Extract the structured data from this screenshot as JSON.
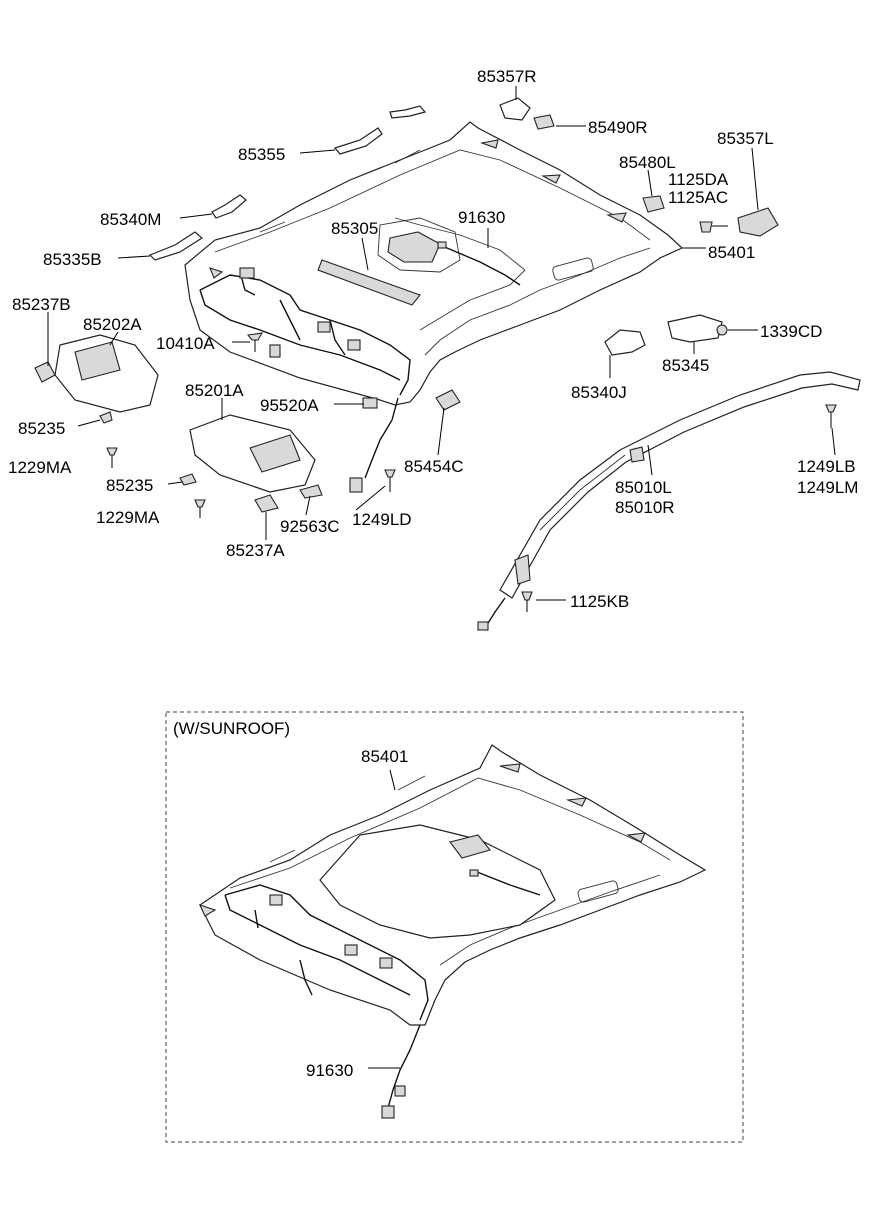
{
  "diagram": {
    "part_numbers": {
      "p85357R": "85357R",
      "p85490R": "85490R",
      "p85357L": "85357L",
      "p85355": "85355",
      "p85480L": "85480L",
      "p1125DA": "1125DA",
      "p1125AC": "1125AC",
      "p85340M": "85340M",
      "p85305": "85305",
      "p91630": "91630",
      "p85401": "85401",
      "p85335B": "85335B",
      "p85237B": "85237B",
      "p85202A": "85202A",
      "p10410A": "10410A",
      "p1339CD": "1339CD",
      "p85345": "85345",
      "p85340J": "85340J",
      "p85201A": "85201A",
      "p95520A": "95520A",
      "p85235a": "85235",
      "p1229MAa": "1229MA",
      "p85454C": "85454C",
      "p1249LB": "1249LB",
      "p1249LM": "1249LM",
      "p85235b": "85235",
      "p85010L": "85010L",
      "p85010R": "85010R",
      "p1229MAb": "1229MA",
      "p92563C": "92563C",
      "p1249LD": "1249LD",
      "p85237A": "85237A",
      "p1125KB": "1125KB"
    },
    "sunroof_section": {
      "title": "(W/SUNROOF)",
      "p85401": "85401",
      "p91630": "91630"
    }
  }
}
